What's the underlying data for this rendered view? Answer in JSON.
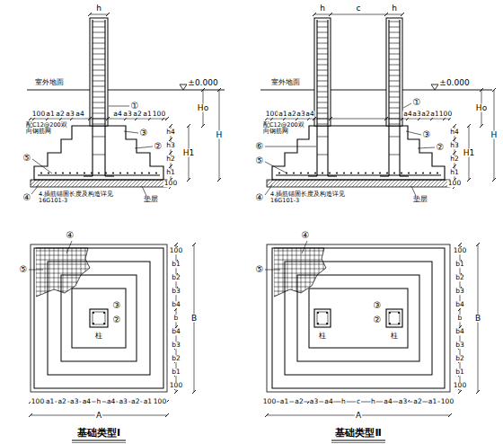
{
  "diagram": {
    "labels": [
      "h",
      "±0.000",
      "100",
      "a1",
      "a2",
      "a3",
      "a4",
      "a4",
      "a3",
      "a2",
      "a1",
      "100",
      "h4",
      "h3",
      "h2",
      "h1",
      "100",
      "H1",
      "Ho",
      "H",
      "①",
      "③",
      "②",
      "⑤",
      "④",
      "配C12@200双向钢筋网",
      "4.插筋锚固长度及构造详见16G101-3",
      "垫层",
      "室外地面",
      "h",
      "c",
      "h",
      "±0.000",
      "100",
      "a1",
      "a2",
      "a3",
      "a4",
      "a4",
      "a3",
      "a2",
      "a1",
      "100",
      "h4",
      "h3",
      "h2",
      "h1",
      "100",
      "H1",
      "Ho",
      "H",
      "①",
      "③",
      "②",
      "⑥",
      "⑤",
      "④",
      "配C12@200双向钢筋网",
      "4.插筋锚固长度及构造详见16G101-3",
      "垫层",
      "室外地面",
      "④",
      "⑤",
      "③",
      "②",
      "柱",
      "100",
      "b1",
      "b2",
      "b3",
      "b4",
      "b",
      "b4",
      "b3",
      "b2",
      "b1",
      "100",
      "B",
      "100",
      "a1",
      "a2",
      "a3",
      "a4",
      "h",
      "a4",
      "a3",
      "a2",
      "a1",
      "100",
      "A",
      "基础类型Ⅰ",
      "④",
      "⑤",
      "③",
      "②",
      "柱",
      "柱",
      "100",
      "b1",
      "b2",
      "b3",
      "b4",
      "b",
      "b4",
      "b3",
      "b2",
      "b1",
      "100",
      "B",
      "100",
      "a1",
      "a2",
      "a3",
      "a4",
      "h",
      "c",
      "h",
      "a4",
      "a3",
      "a2",
      "a1",
      "100",
      "A",
      "基础类型Ⅱ"
    ]
  }
}
